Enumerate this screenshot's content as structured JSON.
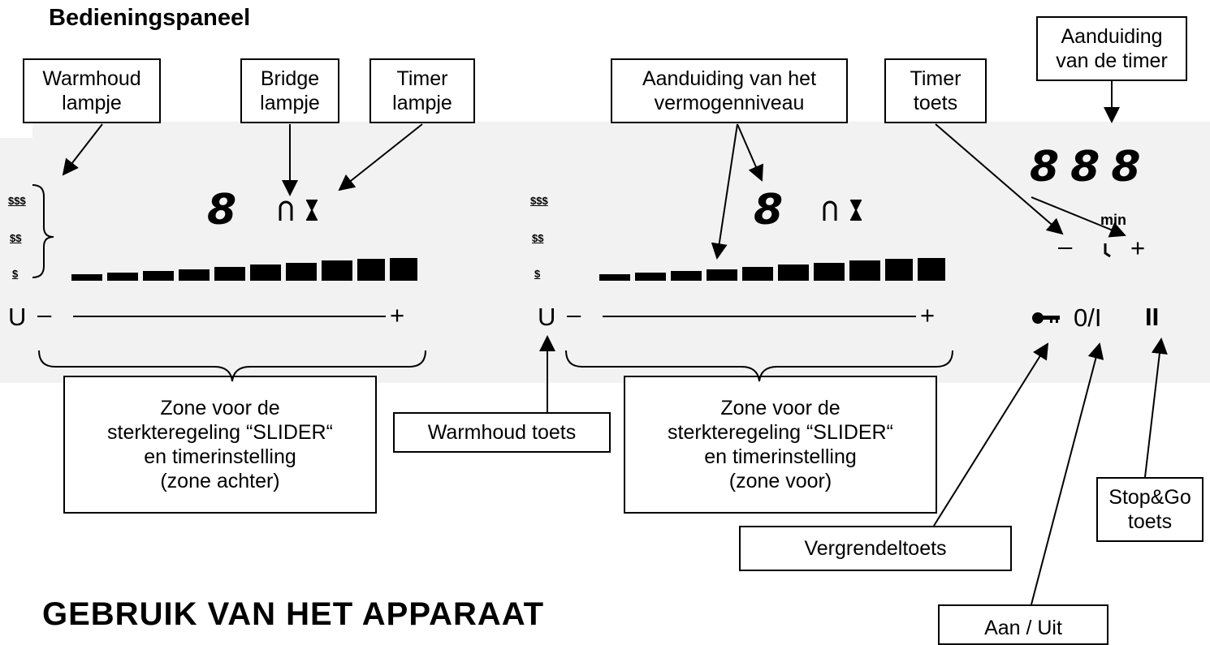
{
  "title": "Bedieningspaneel",
  "heading": "GEBRUIK VAN HET APPARAAT",
  "labels": {
    "warmhoud_lampje": "Warmhoud\nlampje",
    "bridge_lampje": "Bridge\nlampje",
    "timer_lampje": "Timer\nlampje",
    "aanduiding_vermogen": "Aanduiding van het\nvermogenniveau",
    "timer_toets": "Timer\ntoets",
    "aanduiding_timer": "Aanduiding\nvan de timer",
    "zone_achter": "Zone voor de\nsterkteregeling “SLIDER“\nen timerinstelling\n(zone achter)",
    "warmhoud_toets": "Warmhoud toets",
    "zone_voor": "Zone voor de\nsterkteregeling “SLIDER“\nen timerinstelling\n(zone voor)",
    "stop_go": "Stop&Go\ntoets",
    "vergrendel": "Vergrendeltoets",
    "aan_uit": "Aan / Uit"
  },
  "panel": {
    "digit": "8",
    "timer_digits": "888",
    "timer_unit": "min",
    "minus": "–",
    "plus": "+",
    "keep_warm_symbol": "U",
    "onoff": "0/I",
    "pause": "II",
    "heat_levels": [
      "$$$",
      "$$",
      "$"
    ]
  }
}
